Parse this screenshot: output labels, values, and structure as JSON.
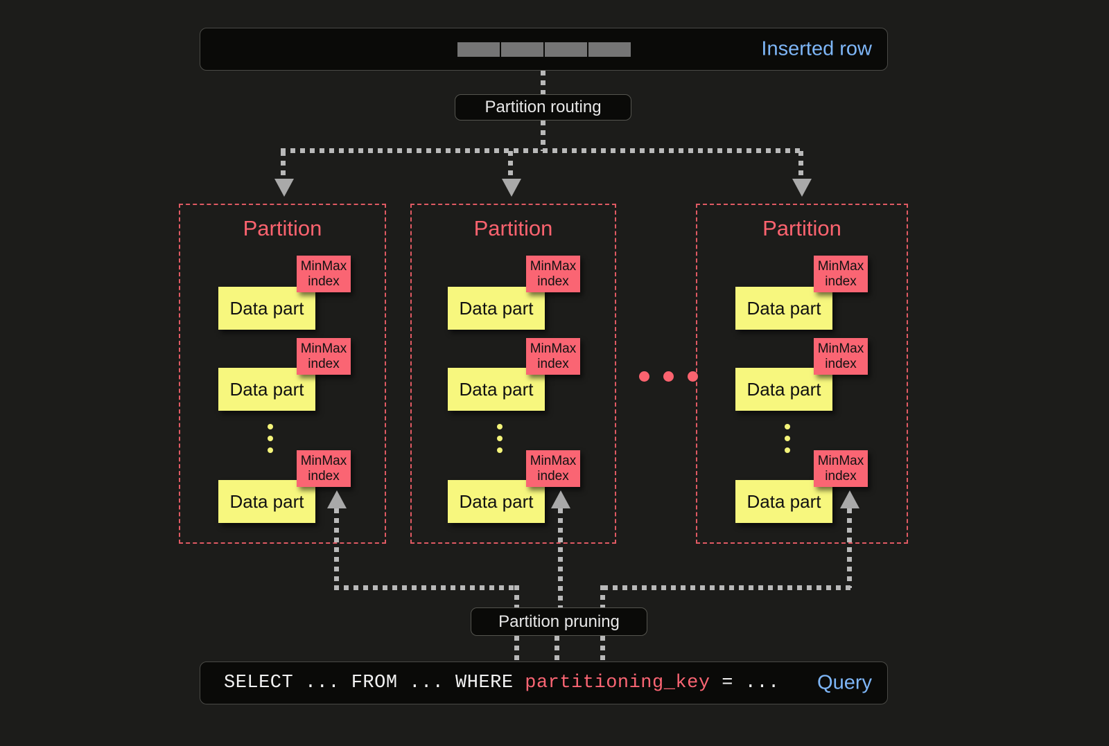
{
  "background": "#1c1c1a",
  "colors": {
    "panel": "#0a0a08",
    "accent_blue": "#7eb6f7",
    "partition_red": "#fb636f",
    "minmax_red": "#fa6573",
    "data_part_yellow": "#f7f77e",
    "dotted_gray": "#b9b9b9",
    "arrow_gray": "#a9a9a9"
  },
  "top_panel": {
    "label": "Inserted row",
    "cell_count": 4
  },
  "routing": {
    "label": "Partition routing"
  },
  "pruning": {
    "label": "Partition pruning"
  },
  "partitions": [
    {
      "title": "Partition",
      "parts": [
        {
          "data_part_label": "Data part",
          "minmax_line1": "MinMax",
          "minmax_line2": "index"
        },
        {
          "data_part_label": "Data part",
          "minmax_line1": "MinMax",
          "minmax_line2": "index"
        },
        {
          "data_part_label": "Data part",
          "minmax_line1": "MinMax",
          "minmax_line2": "index"
        }
      ]
    },
    {
      "title": "Partition",
      "parts": [
        {
          "data_part_label": "Data part",
          "minmax_line1": "MinMax",
          "minmax_line2": "index"
        },
        {
          "data_part_label": "Data part",
          "minmax_line1": "MinMax",
          "minmax_line2": "index"
        },
        {
          "data_part_label": "Data part",
          "minmax_line1": "MinMax",
          "minmax_line2": "index"
        }
      ]
    },
    {
      "title": "Partition",
      "parts": [
        {
          "data_part_label": "Data part",
          "minmax_line1": "MinMax",
          "minmax_line2": "index"
        },
        {
          "data_part_label": "Data part",
          "minmax_line1": "MinMax",
          "minmax_line2": "index"
        },
        {
          "data_part_label": "Data part",
          "minmax_line1": "MinMax",
          "minmax_line2": "index"
        }
      ]
    }
  ],
  "ellipsis": {
    "between_partitions_dots": 3,
    "between_parts_dots": 3
  },
  "bottom_panel": {
    "label": "Query",
    "sql_prefix": "SELECT ... FROM ... WHERE ",
    "sql_key": "partitioning_key",
    "sql_suffix": " = ..."
  }
}
